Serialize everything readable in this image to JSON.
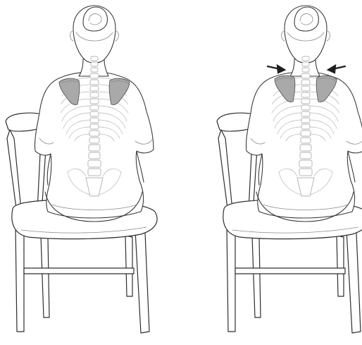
{
  "figures": [
    {
      "panel": "left",
      "pose": "shoulder-blades-relaxed",
      "arrows": false
    },
    {
      "panel": "right",
      "pose": "shoulder-blades-squeezed",
      "arrows": true
    }
  ],
  "colors": {
    "outline": "#3a3a3a",
    "scapula_fill": "#a9a9a9",
    "arrow": "#1e1e1e",
    "background": "#ffffff"
  }
}
